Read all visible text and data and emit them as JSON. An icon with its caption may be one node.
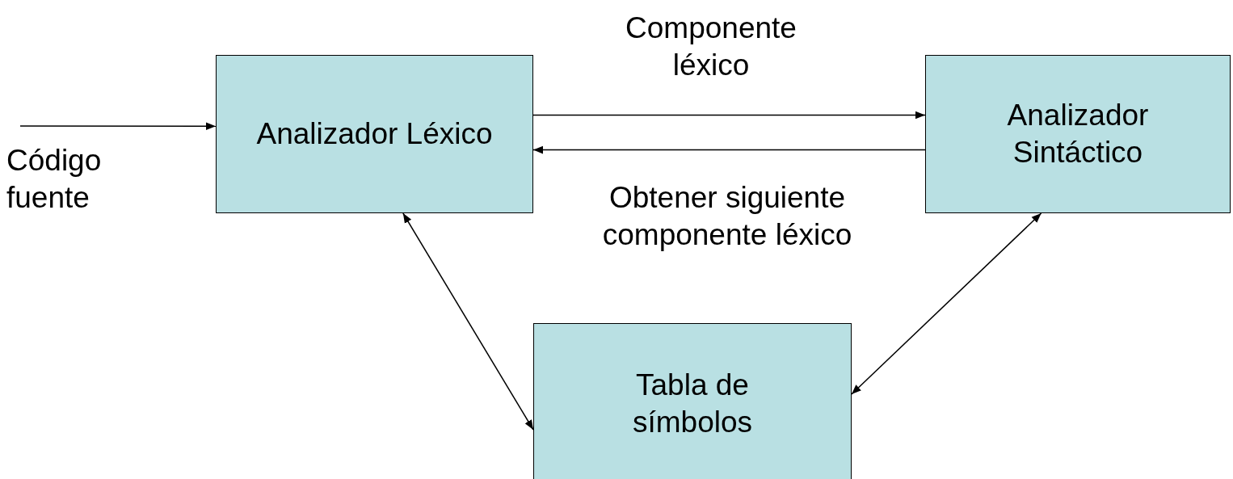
{
  "diagram": {
    "nodes": [
      {
        "text": [
          "Analizador Léxico"
        ]
      },
      {
        "text": [
          "Analizador Sintáctico"
        ]
      },
      {
        "text": [
          "Tabla de símbolos"
        ]
      }
    ],
    "edges": [
      {
        "from": null,
        "to": 0,
        "arrow": "to",
        "label": "Código fuente"
      },
      {
        "from": 0,
        "to": 1,
        "arrow": "to",
        "label": "Componente léxico"
      },
      {
        "from": 1,
        "to": 0,
        "arrow": "to",
        "label": "Obtener siguiente componente léxico"
      },
      {
        "from": 0,
        "to": 2,
        "arrow": "both"
      },
      {
        "from": 1,
        "to": 2,
        "arrow": "both"
      }
    ]
  }
}
